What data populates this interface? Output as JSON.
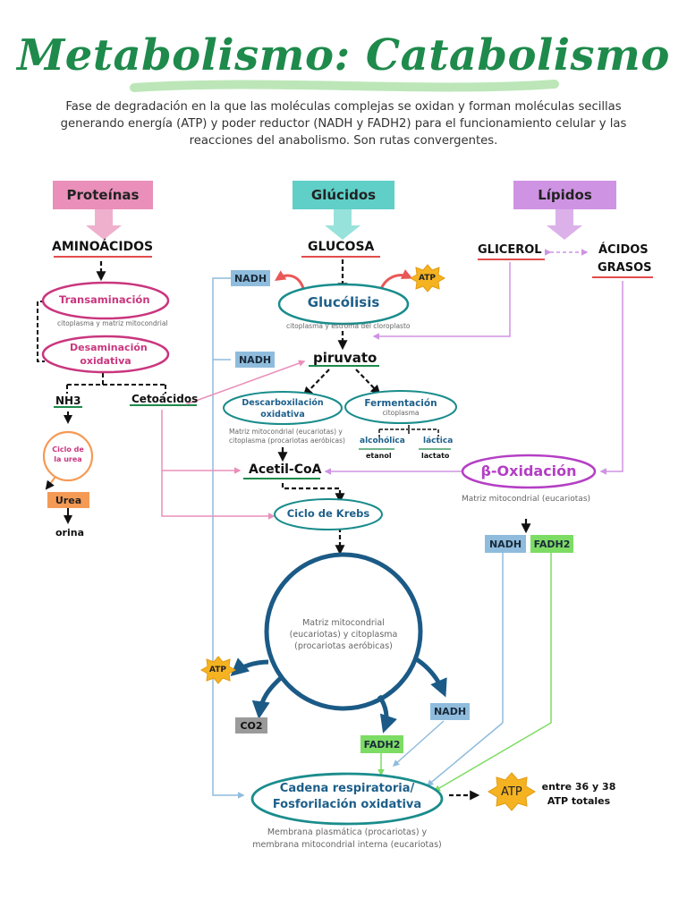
{
  "header": {
    "title": "Metabolismo: Catabolismo",
    "subtitle": "Fase de degradación en la que las moléculas complejas se oxidan y forman moléculas secillas generando energía (ATP) y poder reductor (NADH y FADH2) para el funcionamiento celular y las reacciones del anabolismo. Son rutas convergentes."
  },
  "groups": {
    "proteinas": "Proteínas",
    "glucidos": "Glúcidos",
    "lipidos": "Lípidos"
  },
  "molecules": {
    "aminoacidos": "AMINOÁCIDOS",
    "glucosa": "GLUCOSA",
    "glicerol": "GLICEROL",
    "acidos": "ÁCIDOS",
    "grasos": "GRASOS",
    "piruvato": "piruvato",
    "acetil": "Acetil-CoA",
    "nh3": "NH3",
    "cetoacidos": "Cetoácidos",
    "urea": "Urea",
    "orina": "orina",
    "alcoholica": "alcohólica",
    "lactica": "láctica",
    "etanol": "etanol",
    "lactato": "lactato",
    "co2": "CO2"
  },
  "processes": {
    "transaminacion": "Transaminación",
    "desaminacion_1": "Desaminación",
    "desaminacion_2": "oxidativa",
    "glucolisis": "Glucólisis",
    "descarbox_1": "Descarboxilación",
    "descarbox_2": "oxidativa",
    "fermentacion": "Fermentación",
    "ciclo_urea_1": "Ciclo de",
    "ciclo_urea_2": "la urea",
    "beta_oxidacion": "β-Oxidación",
    "krebs": "Ciclo de Krebs",
    "cadena_1": "Cadena respiratoria/",
    "cadena_2": "Fosforilación oxidativa"
  },
  "locations": {
    "transaminacion": "citoplasma y matriz mitocondrial",
    "glucolisis": "citoplasma y estroma del cloroplasto",
    "fermentacion": "citoplasma",
    "descarbox_1": "Matriz mitocondrial (eucariotas) y",
    "descarbox_2": "citoplasma (procariotas aeróbicas)",
    "beta": "Matriz mitocondrial (eucariotas)",
    "krebs_1": "Matriz mitocondrial",
    "krebs_2": "(eucariotas) y citoplasma",
    "krebs_3": "(procariotas aeróbicas)",
    "cadena_1": "Membrana plasmática (procariotas) y",
    "cadena_2": "membrana mitocondrial interna (eucariotas)"
  },
  "carriers": {
    "nadh": "NADH",
    "fadh2": "FADH2",
    "atp": "ATP"
  },
  "result": {
    "line1": "entre 36 y 38",
    "line2": "ATP totales"
  },
  "colors": {
    "title_green": "#1e8a4b",
    "protein_pink": "#e98fb9",
    "glucid_teal": "#5fcfc7",
    "lipid_violet": "#cf93e3",
    "process_blue": "#1d5f8a",
    "process_pink": "#c9367e",
    "process_purple": "#b43fc4",
    "nadh_box": "#8fbcdc",
    "fadh_box": "#7ddc64",
    "atp_star": "#f5b321",
    "urea_orange": "#f59a55",
    "co2_gray": "#9a9a9a",
    "krebs_circle": "#1b5a86"
  }
}
